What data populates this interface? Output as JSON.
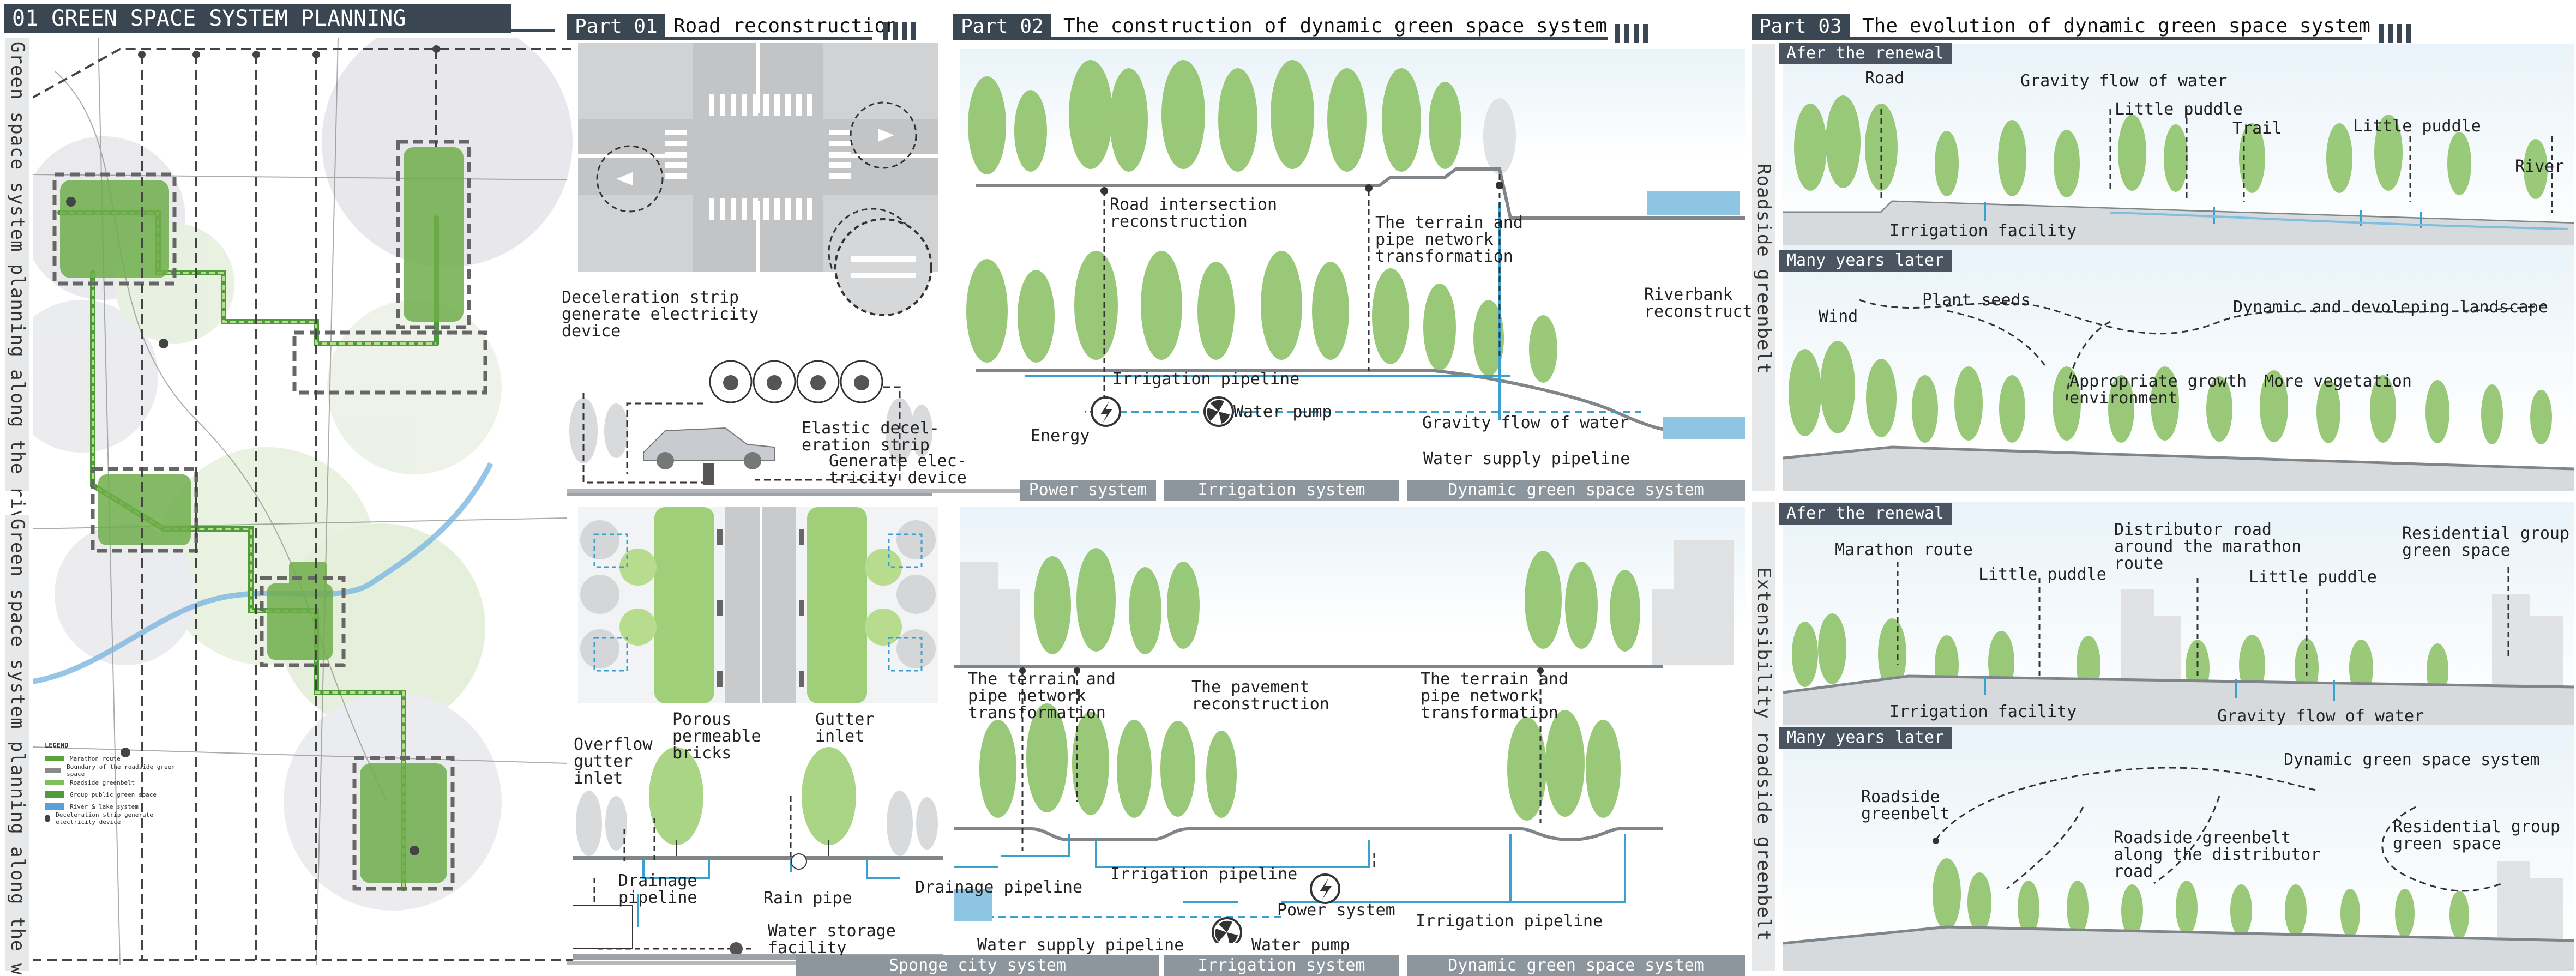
{
  "main_title": "01 GREEN SPACE SYSTEM PLANNING",
  "vertical_titles": {
    "river": "Green space system planning along the river",
    "way": "Green space system planning along the way",
    "roadside": "Roadside greenbelt",
    "extensibility": "Extensibility roadside greenbelt"
  },
  "legend": {
    "title": "LEGEND",
    "items": [
      {
        "label": "Marathon route",
        "color": "#5aa33a"
      },
      {
        "label": "Boundary of the roadside green space",
        "color": "#8a8a8a"
      },
      {
        "label": "Roadside greenbelt",
        "color": "#7fbf5a"
      },
      {
        "label": "Group public green space",
        "color": "#4f9a3a"
      },
      {
        "label": "River & lake system",
        "color": "#5aa0d8"
      },
      {
        "label": "Deceleration strip generate electricity device",
        "color": "#3a4753"
      }
    ]
  },
  "parts": [
    {
      "num": "Part 01",
      "title": "Road reconstruction"
    },
    {
      "num": "Part 02",
      "title": "The construction of dynamic green space system"
    },
    {
      "num": "Part 03",
      "title": "The evolution of dynamic green space system"
    }
  ],
  "part01_top": {
    "decel_label": "Deceleration strip\ngenerate electricity\ndevice",
    "elastic_label": "Elastic decel-\neration strip",
    "generate_label": "Generate elec-\ntricity device"
  },
  "part02_top": {
    "road_intersection": "Road intersection\nreconstruction",
    "terrain_pipe": "The terrain and\npipe network\ntransformation",
    "riverbank": "Riverbank\nreconstruct",
    "irrigation_pipeline": "Irrigation pipeline",
    "water_pump": "Water pump",
    "energy": "Energy",
    "gravity_flow": "Gravity flow of water",
    "water_supply": "Water supply pipeline"
  },
  "systems_top": [
    "Power system",
    "Irrigation system",
    "Dynamic green space system"
  ],
  "part01_bottom": {
    "overflow": "Overflow\ngutter\ninlet",
    "porous": "Porous\npermeable\nbricks",
    "gutter": "Gutter\ninlet",
    "drainage_left": "Drainage\npipeline",
    "rain_pipe": "Rain pipe",
    "water_storage": "Water storage\nfacility"
  },
  "part02_bottom": {
    "terrain_pipe_1": "The terrain and\npipe network\ntransformation",
    "pavement": "The pavement\nreconstruction",
    "terrain_pipe_2": "The terrain and\npipe network\ntransformation",
    "drainage_pipeline": "Drainage pipeline",
    "irrigation_pipeline_1": "Irrigation pipeline",
    "power_system": "Power system",
    "irrigation_pipeline_2": "Irrigation pipeline",
    "water_supply": "Water supply pipeline",
    "water_pump": "Water pump"
  },
  "systems_bottom": [
    "Sponge city system",
    "Irrigation system",
    "Dynamic green space system"
  ],
  "part03_top": {
    "after_tag": "Afer the renewal",
    "road": "Road",
    "gravity": "Gravity flow of water",
    "little_puddle_1": "Little puddle",
    "trail": "Trail",
    "little_puddle_2": "Little puddle",
    "river": "River",
    "irrigation_facility": "Irrigation facility",
    "later_tag": "Many years later",
    "wind": "Wind",
    "plant_seeds": "Plant seeds",
    "dynamic_landscape": "Dynamic and devoleping landscape",
    "growth_env": "Appropriate growth\nenvironment",
    "more_veg": "More vegetation"
  },
  "part03_bottom": {
    "after_tag": "Afer the renewal",
    "marathon": "Marathon route",
    "little_puddle_1": "Little puddle",
    "distributor": "Distributor road\naround the marathon\nroute",
    "little_puddle_2": "Little puddle",
    "residential": "Residential group\ngreen space",
    "irrigation_facility": "Irrigation facility",
    "gravity": "Gravity flow of water",
    "later_tag": "Many years later",
    "dynamic_system": "Dynamic green space system",
    "roadside_greenbelt": "Roadside\ngreenbelt",
    "roadside_distributor": "Roadside greenbelt\nalong the distributor\nroad",
    "residential_2": "Residential group\ngreen space"
  }
}
